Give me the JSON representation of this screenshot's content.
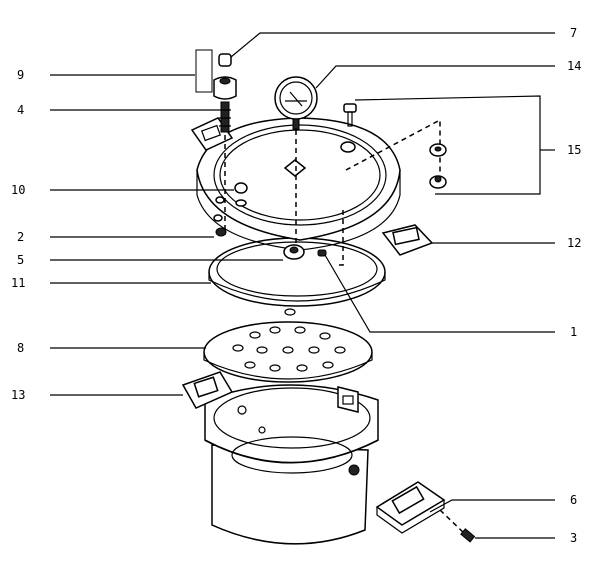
{
  "callouts": [
    {
      "id": "7",
      "text": "7"
    },
    {
      "id": "9",
      "text": "9"
    },
    {
      "id": "14",
      "text": "14"
    },
    {
      "id": "4",
      "text": "4"
    },
    {
      "id": "15",
      "text": "15"
    },
    {
      "id": "10",
      "text": "10"
    },
    {
      "id": "2",
      "text": "2"
    },
    {
      "id": "12",
      "text": "12"
    },
    {
      "id": "5",
      "text": "5"
    },
    {
      "id": "11",
      "text": "11"
    },
    {
      "id": "1",
      "text": "1"
    },
    {
      "id": "8",
      "text": "8"
    },
    {
      "id": "13",
      "text": "13"
    },
    {
      "id": "6",
      "text": "6"
    },
    {
      "id": "3",
      "text": "3"
    }
  ]
}
